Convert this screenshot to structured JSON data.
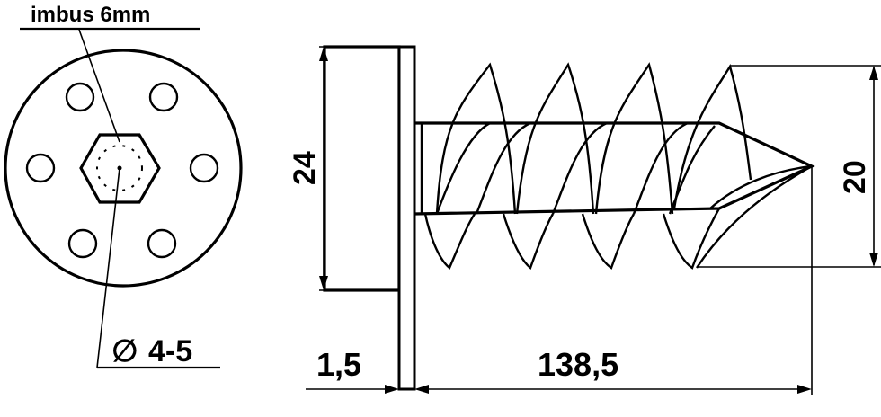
{
  "labels": {
    "hex_callout": "imbus 6mm",
    "hole_callout": "4-5",
    "diameter_symbol": "∅",
    "dim_head_height": "24",
    "dim_thread_height": "20",
    "dim_washer_thickness": "1,5",
    "dim_body_length": "138,5"
  }
}
